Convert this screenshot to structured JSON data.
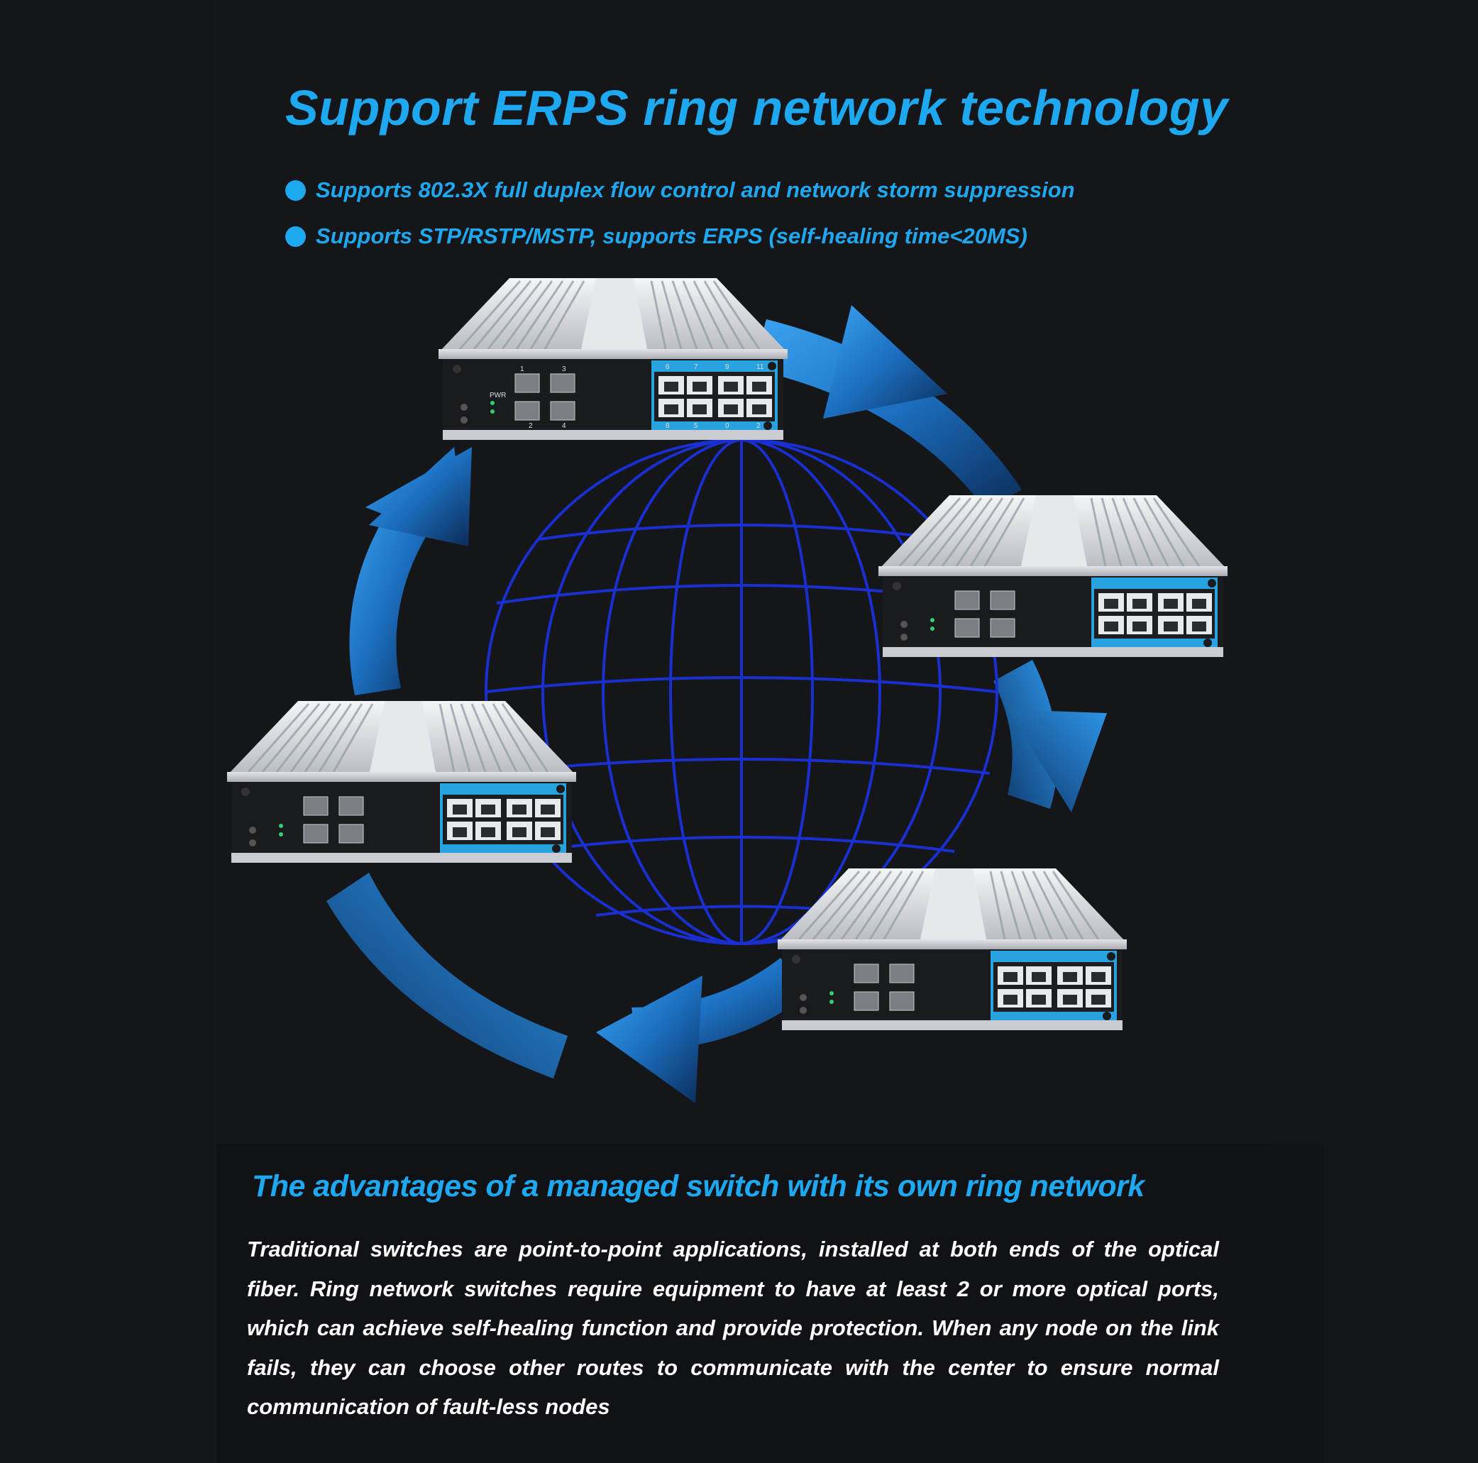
{
  "header": {
    "title": "Support ERPS ring network technology",
    "bullets": [
      "Supports 802.3X full duplex flow control and network storm suppression",
      "Supports STP/RSTP/MSTP, supports ERPS (self-healing time<20MS)"
    ]
  },
  "diagram": {
    "switch_labels": {
      "power_ports": [
        "PWR"
      ],
      "fiber_ports_top": [
        "1",
        "3"
      ],
      "fiber_ports_bottom": [
        "2",
        "4"
      ],
      "rj45_top": [
        "6",
        "7",
        "9",
        "11"
      ],
      "rj45_bottom": [
        "8",
        "5",
        "0",
        "2"
      ]
    },
    "colors": {
      "accent": "#1ea8f0",
      "globe_lines": "#1a2fd0",
      "arrow_light": "#2f9cf0",
      "arrow_dark": "#0c2f5c",
      "port_panel": "#29a3df"
    }
  },
  "advantages": {
    "title": "The advantages of a managed switch with its own ring network",
    "text": "Traditional switches are point-to-point applications, installed at both ends of the optical fiber. Ring network switches require equipment to have at least 2 or more optical ports, which can achieve self-healing function and provide protection. When any node on the link fails, they can choose other routes to communicate with the center to ensure normal communication of fault-less nodes"
  }
}
